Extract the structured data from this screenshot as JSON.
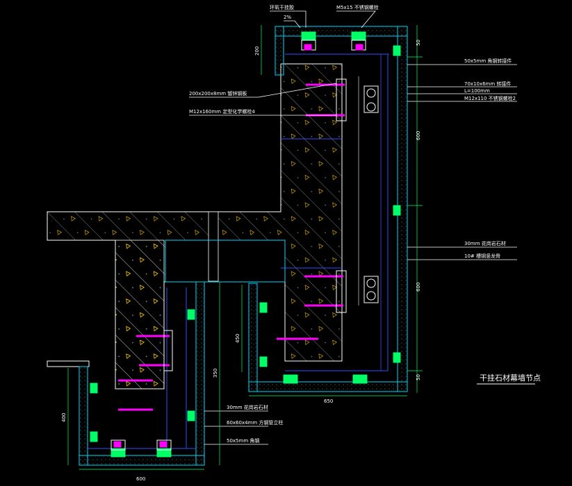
{
  "title": "干挂石材幕墙节点",
  "labels": {
    "top_left": "环氧干挂胶",
    "top_right": "M5x15  不锈钢螺栓",
    "slope": "2%",
    "angle_steel_top": "50x5mm  角钢转接件",
    "connector": "70x10x6mm  转接件",
    "length": "L=100mm",
    "bolt": "M12x110  不锈钢螺栓2",
    "embed_plate": "200x200x8mm  镀锌钢板",
    "chem_bolt": "M12x160mm  定型化学螺栓4",
    "granite_right": "30mm  花岗岩石材",
    "keel_right": "10#  槽钢竖龙骨",
    "granite_bottom": "30mm  花岗岩石材",
    "tube_bottom": "60x60x4mm  方钢管立柱",
    "angle_bottom": "50x5mm  角钢"
  },
  "dims": {
    "d200": "200",
    "d50_top": "50",
    "d600_a": "600",
    "d600_b": "600",
    "d50_bot": "50",
    "d450": "450",
    "d350": "350",
    "d400": "400",
    "d650": "650",
    "d600_w": "600"
  },
  "colors": {
    "wall": "#00d8ff",
    "struct": "#2f4fff",
    "accent": "#ff00ff",
    "anchor": "#00ff66",
    "leader": "#ffffff",
    "hatch": "#ffffff"
  }
}
